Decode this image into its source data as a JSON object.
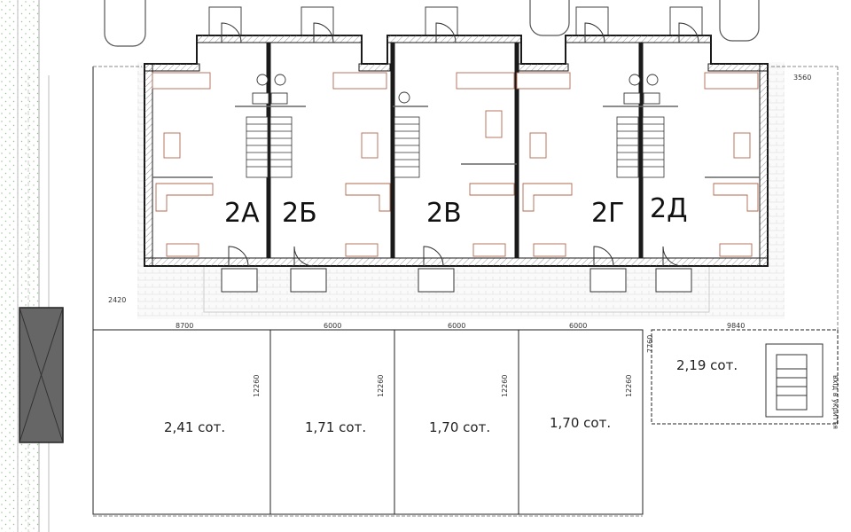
{
  "units": [
    {
      "id": "2A",
      "label": "2А"
    },
    {
      "id": "2B",
      "label": "2Б"
    },
    {
      "id": "2V",
      "label": "2В"
    },
    {
      "id": "2G",
      "label": "2Г"
    },
    {
      "id": "2D",
      "label": "2Д"
    }
  ],
  "plots": [
    {
      "id": "plot-2A",
      "area": "2,41 сот.",
      "width_dim": "8700",
      "depth_dim": "12260"
    },
    {
      "id": "plot-2B",
      "area": "1,71 сот.",
      "width_dim": "6000",
      "depth_dim": "12260"
    },
    {
      "id": "plot-2V",
      "area": "1,70 сот.",
      "width_dim": "6000",
      "depth_dim": "12260"
    },
    {
      "id": "plot-2G",
      "area": "1,70 сот.",
      "width_dim": "6000",
      "depth_dim": "12260"
    },
    {
      "id": "plot-2D",
      "area": "2,19 сот.",
      "width_dim": "9840",
      "depth_dim": "7760"
    }
  ],
  "dims": {
    "side_offset": "2420",
    "right_offset": "3560"
  },
  "notes": {
    "exit": "вхід в укриття"
  }
}
